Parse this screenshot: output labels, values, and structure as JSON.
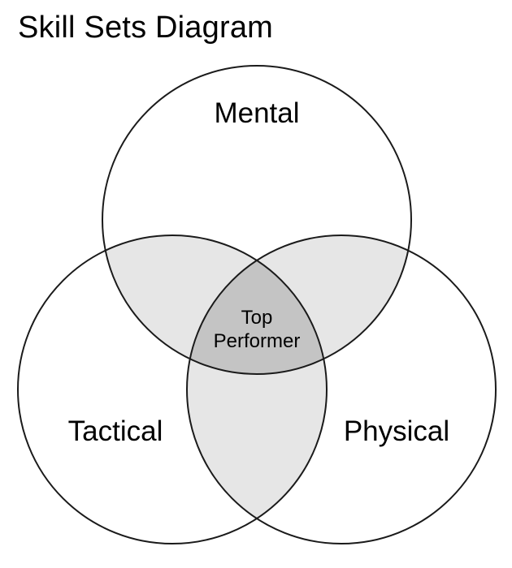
{
  "title": "Skill Sets Diagram",
  "sets": [
    {
      "id": "mental",
      "label": "Mental"
    },
    {
      "id": "tactical",
      "label": "Tactical"
    },
    {
      "id": "physical",
      "label": "Physical"
    }
  ],
  "center": {
    "line1": "Top",
    "line2": "Performer"
  },
  "colors": {
    "background": "#ffffff",
    "outline": "#1a1a1a",
    "pair_overlap": "#e6e6e6",
    "triple_overlap": "#c4c4c4",
    "text": "#000000"
  }
}
